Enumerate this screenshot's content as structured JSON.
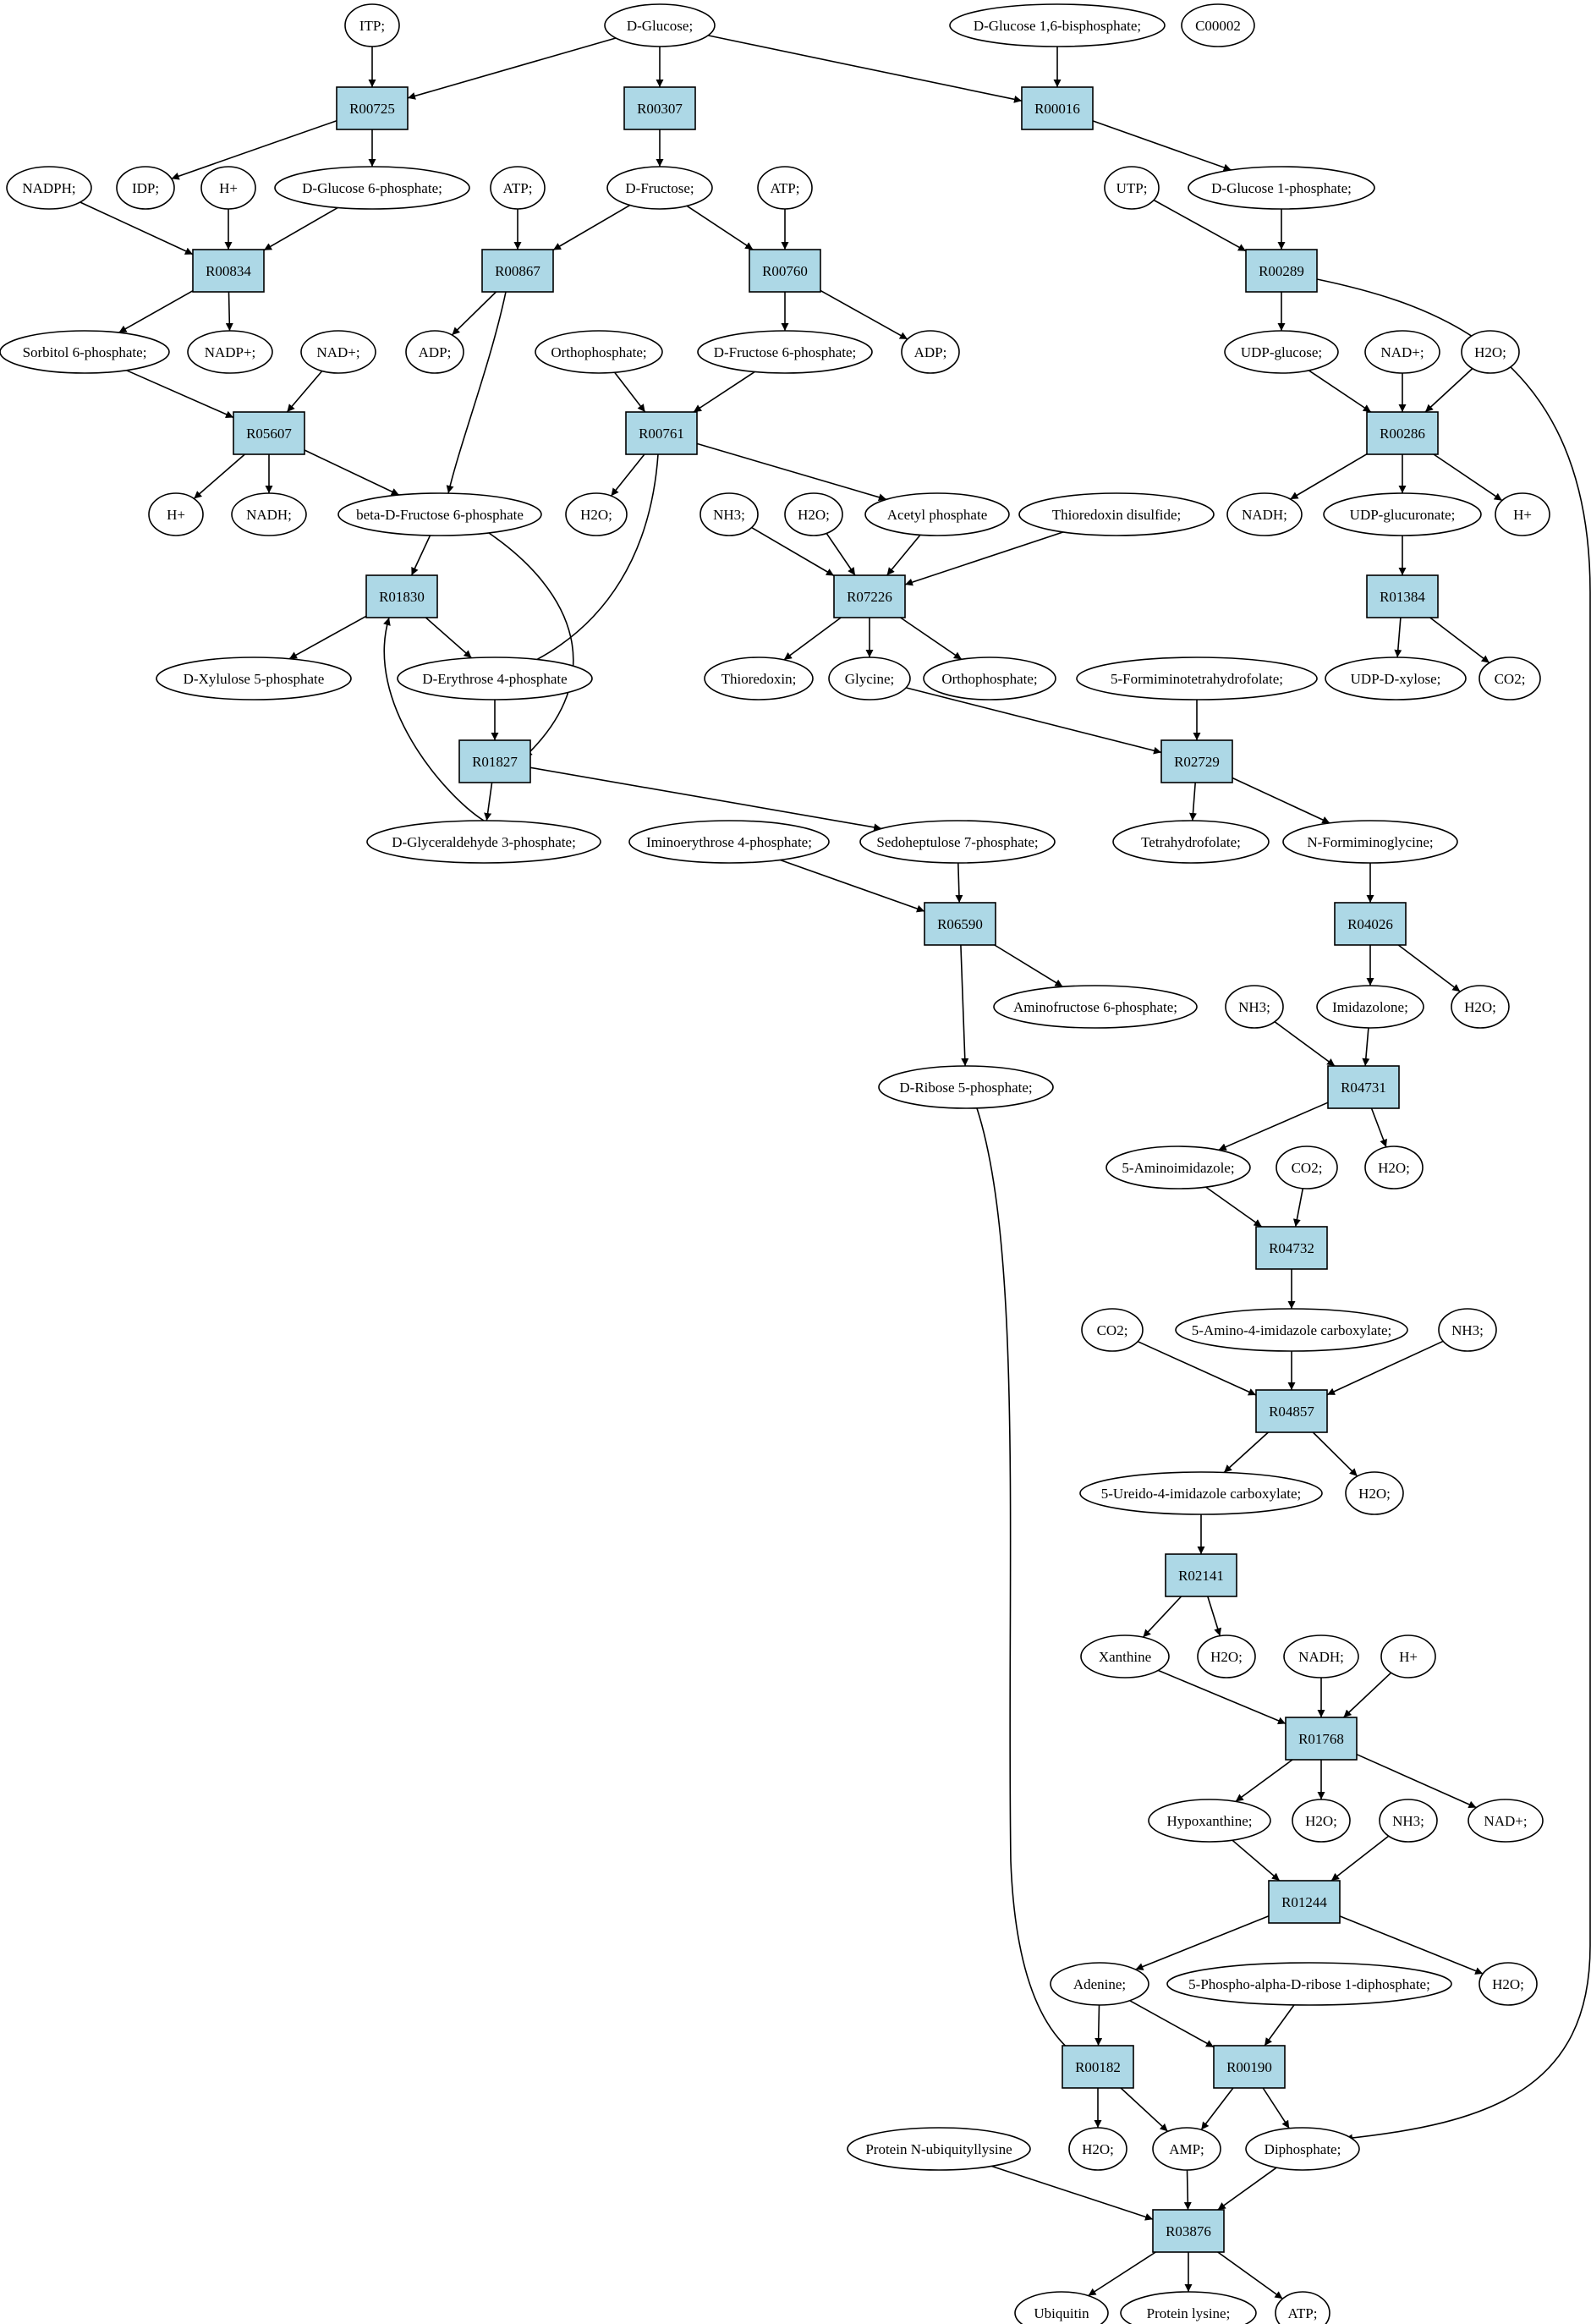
{
  "colors": {
    "reaction_fill": "#add8e6",
    "metabolite_fill": "#ffffff",
    "start_fill": "#00ee00",
    "target_fill": "#ffff00",
    "stroke": "#000000"
  },
  "nodes": {
    "itp": "ITP;",
    "dglucose": "D-Glucose;",
    "dg16bp": "D-Glucose 1,6-bisphosphate;",
    "c00002": "C00002",
    "r00725": "R00725",
    "r00307": "R00307",
    "r00016": "R00016",
    "nadph": "NADPH;",
    "idp": "IDP;",
    "hplus1": "H+",
    "dg6p": "D-Glucose 6-phosphate;",
    "atp1": "ATP;",
    "dfructose": "D-Fructose;",
    "atp2": "ATP;",
    "utp": "UTP;",
    "dg1p": "D-Glucose 1-phosphate;",
    "r00834": "R00834",
    "r00867": "R00867",
    "r00760": "R00760",
    "r00289": "R00289",
    "sorb6p": "Sorbitol 6-phosphate;",
    "nadpplus": "NADP+;",
    "nadplus1": "NAD+;",
    "adp1": "ADP;",
    "orthop1": "Orthophosphate;",
    "df6p": "D-Fructose 6-phosphate;",
    "adp2": "ADP;",
    "udpglucose": "UDP-glucose;",
    "nadplus2": "NAD+;",
    "h2o1": "H2O;",
    "r05607": "R05607",
    "r00761": "R00761",
    "r00286": "R00286",
    "hplus2": "H+",
    "nadh1": "NADH;",
    "bdf6p": "beta-D-Fructose 6-phosphate",
    "h2o2": "H2O;",
    "nh3_1": "NH3;",
    "h2o3": "H2O;",
    "acetylp": "Acetyl phosphate",
    "thiodis": "Thioredoxin disulfide;",
    "nadh2": "NADH;",
    "udpglcur": "UDP-glucuronate;",
    "hplus3": "H+",
    "r01830": "R01830",
    "r07226": "R07226",
    "r01384": "R01384",
    "dx5p": "D-Xylulose 5-phosphate",
    "de4p": "D-Erythrose 4-phosphate",
    "thioredoxin": "Thioredoxin;",
    "glycine": "Glycine;",
    "orthop2": "Orthophosphate;",
    "fthf": "5-Formiminotetrahydrofolate;",
    "udpxylose": "UDP-D-xylose;",
    "co2_1": "CO2;",
    "r01827": "R01827",
    "r02729": "R02729",
    "dga3p": "D-Glyceraldehyde 3-phosphate;",
    "iminoe4p": "Iminoerythrose 4-phosphate;",
    "s7p": "Sedoheptulose 7-phosphate;",
    "thf": "Tetrahydrofolate;",
    "nfgly": "N-Formiminoglycine;",
    "r06590": "R06590",
    "r04026": "R04026",
    "aminof6p": "Aminofructose 6-phosphate;",
    "nh3_2": "NH3;",
    "imidazolone": "Imidazolone;",
    "h2o4": "H2O;",
    "dr5p": "D-Ribose 5-phosphate;",
    "r04731": "R04731",
    "aminoimid": "5-Aminoimidazole;",
    "co2_2": "CO2;",
    "h2o5": "H2O;",
    "r04732": "R04732",
    "co2_3": "CO2;",
    "aicarbox": "5-Amino-4-imidazole carboxylate;",
    "nh3_3": "NH3;",
    "r04857": "R04857",
    "uicarbox": "5-Ureido-4-imidazole carboxylate;",
    "h2o6": "H2O;",
    "r02141": "R02141",
    "xanthine": "Xanthine",
    "h2o7": "H2O;",
    "nadh3": "NADH;",
    "hplus4": "H+",
    "r01768": "R01768",
    "hypoxanthine": "Hypoxanthine;",
    "h2o8": "H2O;",
    "nh3_4": "NH3;",
    "nadplus3": "NAD+;",
    "r01244": "R01244",
    "adenine": "Adenine;",
    "prpp": "5-Phospho-alpha-D-ribose 1-diphosphate;",
    "h2o9": "H2O;",
    "r00182": "R00182",
    "r00190": "R00190",
    "pnul": "Protein N-ubiquityllysine",
    "h2o10": "H2O;",
    "amp": "AMP;",
    "diphosphate": "Diphosphate;",
    "r03876": "R03876",
    "ubiquitin": "Ubiquitin",
    "plysine": "Protein lysine;",
    "atp3": "ATP;"
  }
}
